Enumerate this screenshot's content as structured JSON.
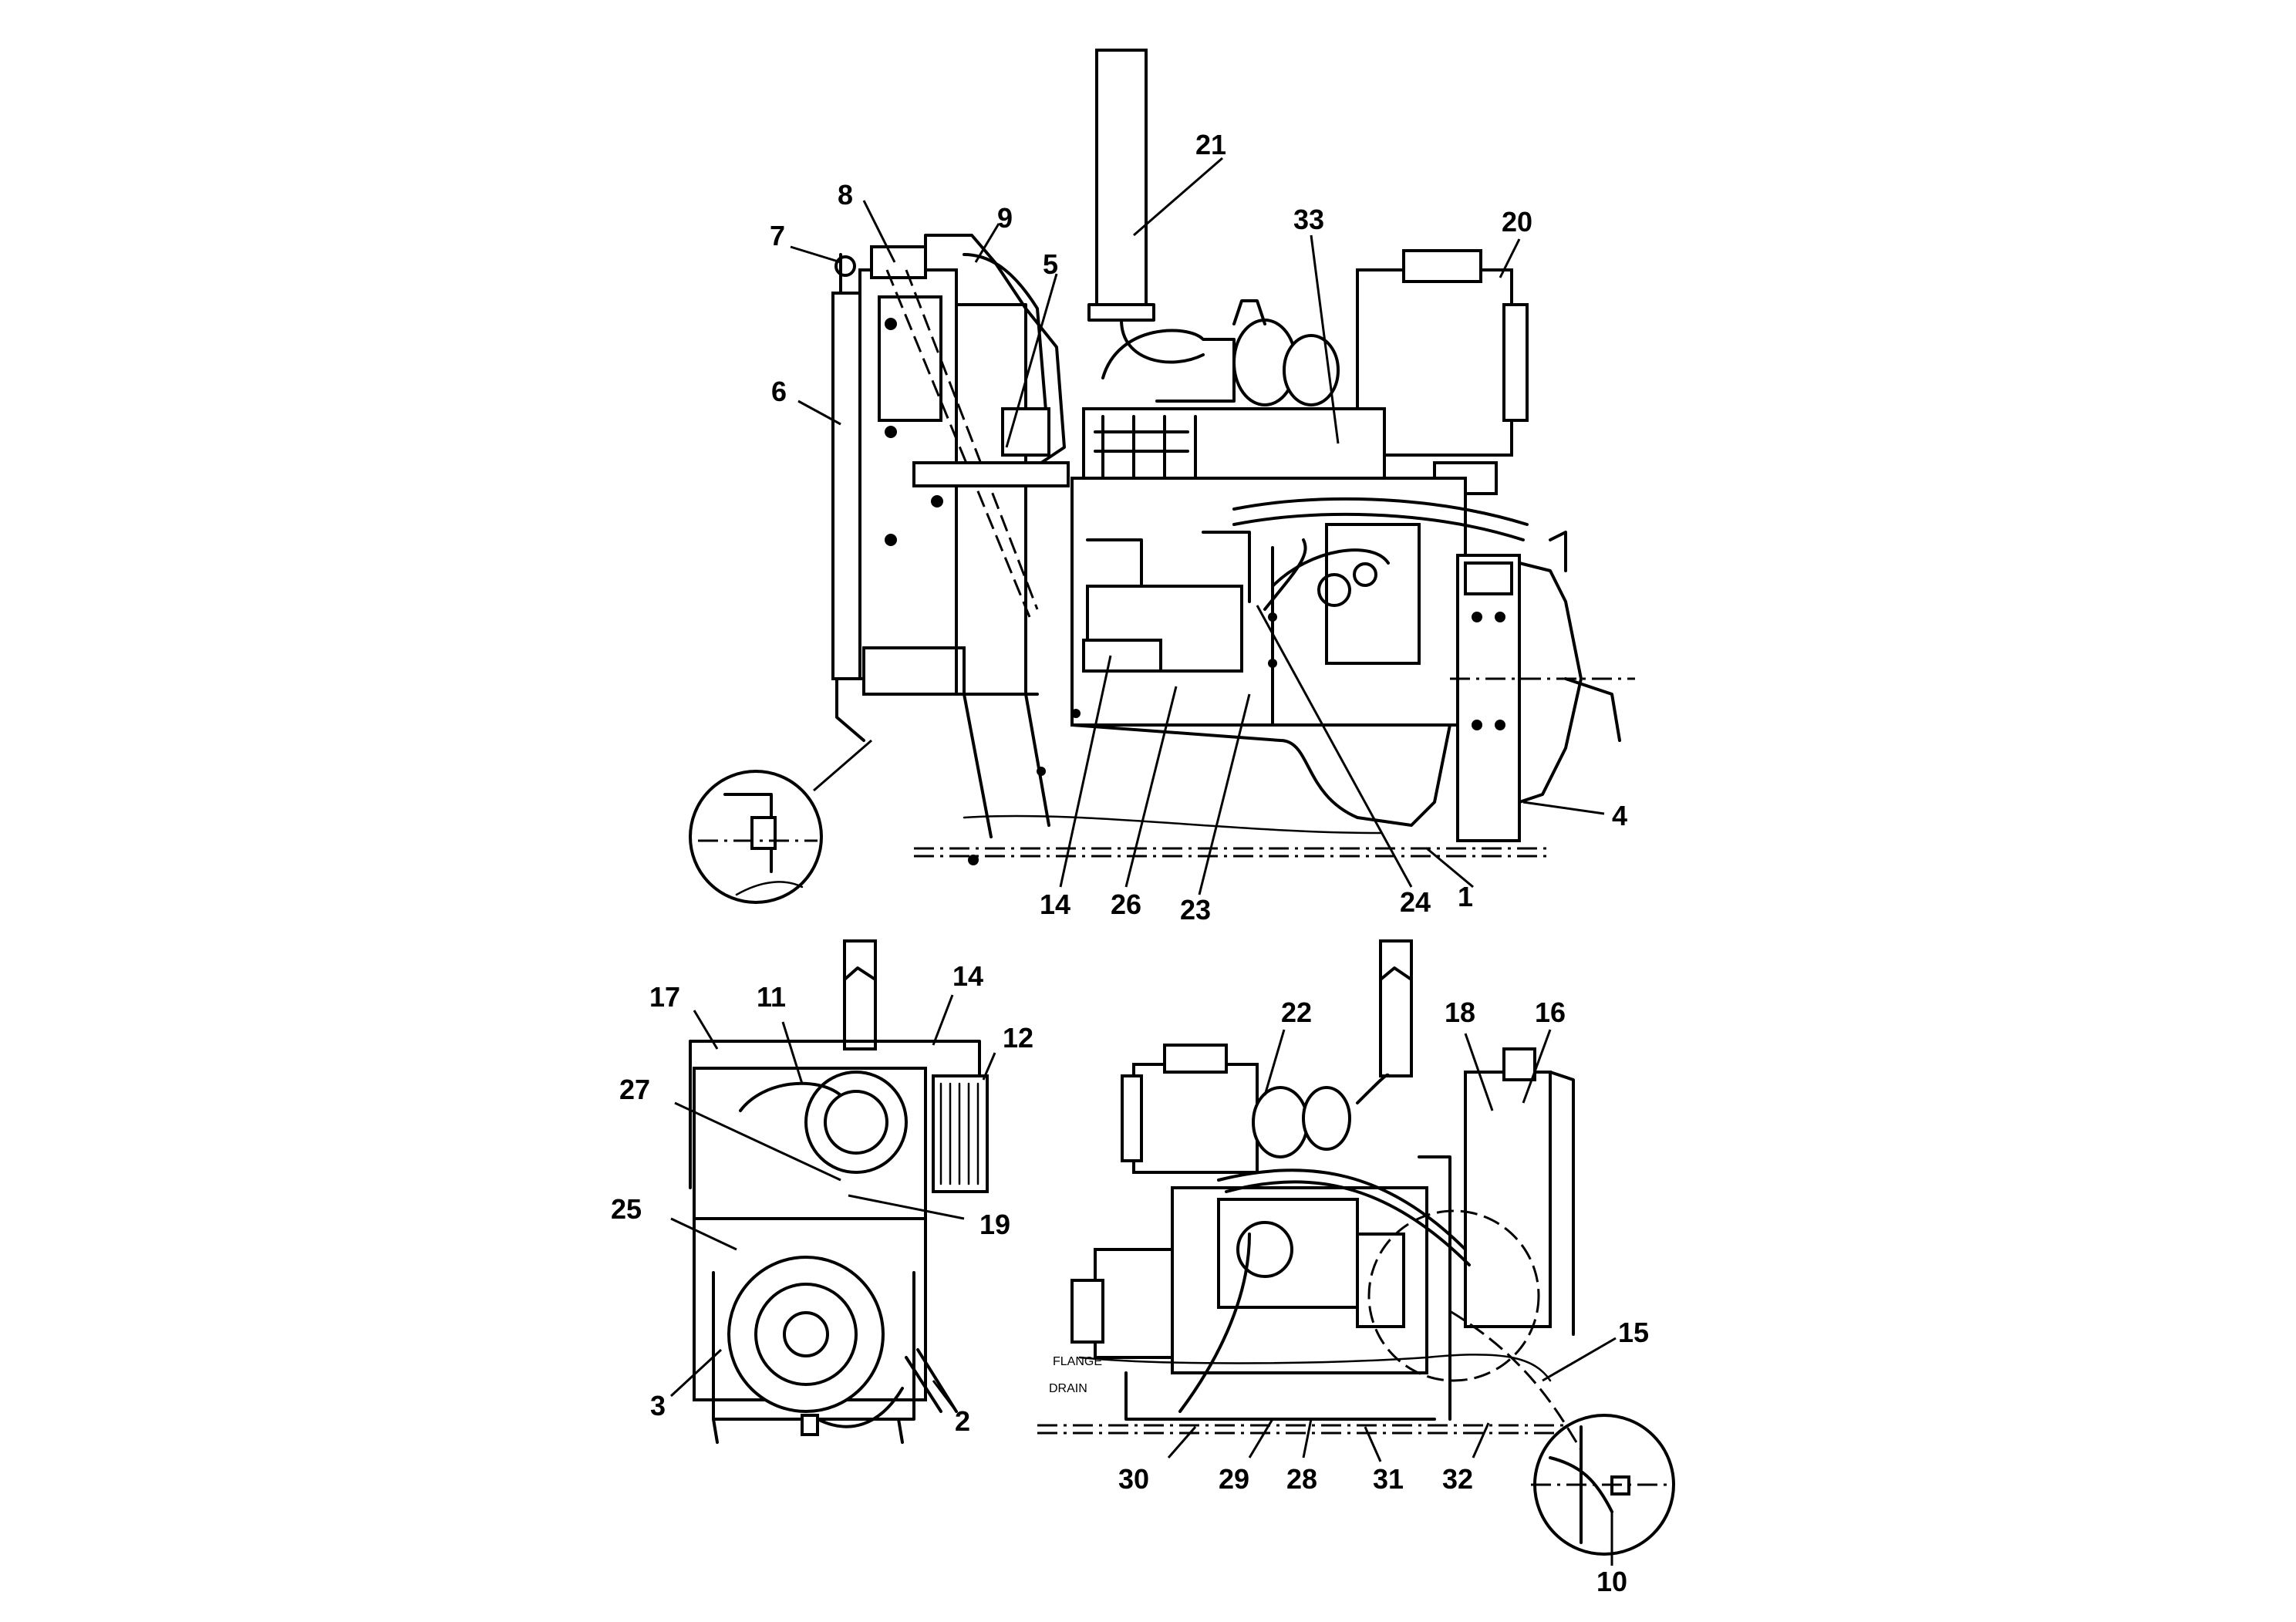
{
  "callouts": {
    "c1": "1",
    "c2": "2",
    "c3": "3",
    "c4": "4",
    "c5": "5",
    "c6": "6",
    "c7": "7",
    "c8": "8",
    "c9": "9",
    "c10": "10",
    "c11": "11",
    "c12": "12",
    "c14a": "14",
    "c14b": "14",
    "c15": "15",
    "c16": "16",
    "c17": "17",
    "c18": "18",
    "c19": "19",
    "c20": "20",
    "c21": "21",
    "c22": "22",
    "c23": "23",
    "c24": "24",
    "c25": "25",
    "c26": "26",
    "c27": "27",
    "c28": "28",
    "c29": "29",
    "c30": "30",
    "c31": "31",
    "c32": "32",
    "c33": "33"
  },
  "annotations": {
    "hose_tag_a": "FLANGE",
    "hose_tag_b": "DRAIN"
  }
}
